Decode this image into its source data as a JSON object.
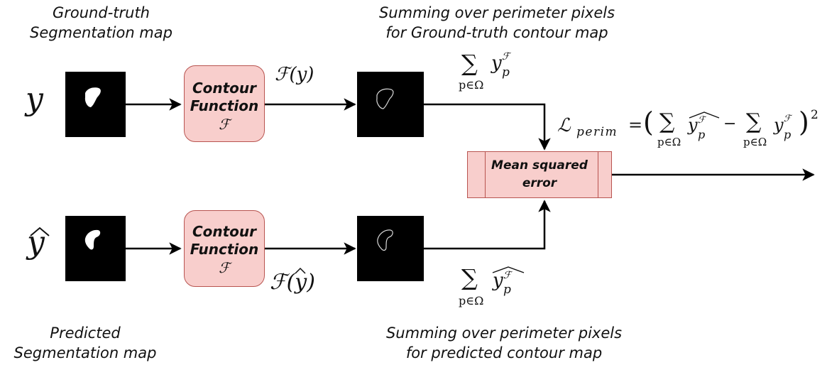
{
  "gt_label": {
    "line1": "Ground-truth",
    "line2": "Segmentation map"
  },
  "pred_label": {
    "line1": "Predicted",
    "line2": "Segmentation map"
  },
  "sum_gt_label": {
    "line1": "Summing over perimeter pixels",
    "line2": "for Ground-truth contour map"
  },
  "sum_pred_label": {
    "line1": "Summing over perimeter pixels",
    "line2": "for predicted contour map"
  },
  "var_y": "y",
  "var_yhat": "ŷ",
  "contour_box": {
    "line1": "Contour",
    "line2": "Function",
    "symbol": "ℱ"
  },
  "mse_box": {
    "line1": "Mean squared",
    "line2": "error"
  },
  "f_of_y": "ℱ(y)",
  "f_of_yhat": "ℱ(ŷ)",
  "loss": {
    "lhs": "ℒ",
    "subscript": "perim",
    "equals": "=",
    "minus": "−",
    "power": "2"
  },
  "sum_symbol": "∑",
  "sum_index": "p∈Ω",
  "y_p": {
    "base": "y",
    "sub": "p",
    "sup": "ℱ"
  },
  "colors": {
    "box_fill": "#f8cecc",
    "box_stroke": "#b85450"
  }
}
